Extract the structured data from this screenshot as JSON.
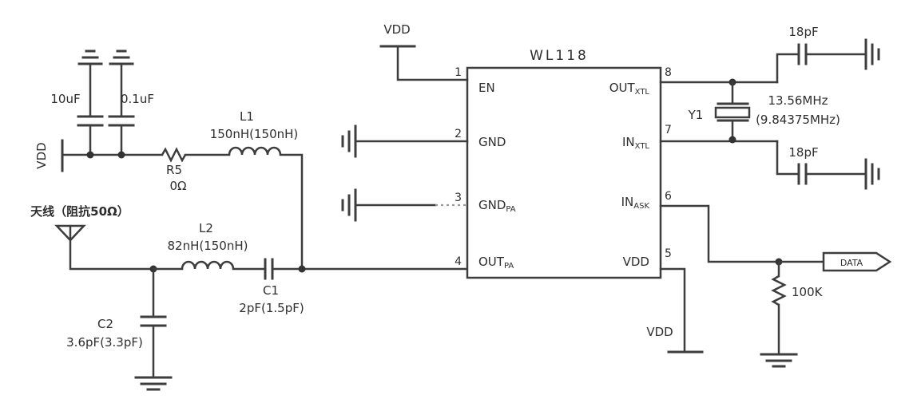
{
  "colors": {
    "wire": "#3d3d3d",
    "text": "#2e2e2e",
    "background": "#ffffff"
  },
  "chip": {
    "name": "WL118",
    "pins_left": [
      {
        "number": "1",
        "base": "EN",
        "sub": ""
      },
      {
        "number": "2",
        "base": "GND",
        "sub": ""
      },
      {
        "number": "3",
        "base": "GND",
        "sub": "PA"
      },
      {
        "number": "4",
        "base": "OUT",
        "sub": "PA"
      }
    ],
    "pins_right": [
      {
        "number": "8",
        "base": "OUT",
        "sub": "XTL"
      },
      {
        "number": "7",
        "base": "IN",
        "sub": "XTL"
      },
      {
        "number": "6",
        "base": "IN",
        "sub": "ASK"
      },
      {
        "number": "5",
        "base": "VDD",
        "sub": ""
      }
    ]
  },
  "power": {
    "vdd_left": "VDD",
    "vdd_top": "VDD",
    "vdd_bottom": "VDD"
  },
  "components": {
    "bypass_cap_1": {
      "value": "10uF"
    },
    "bypass_cap_2": {
      "value": "0.1uF"
    },
    "r5": {
      "ref": "R5",
      "value": "0Ω"
    },
    "l1": {
      "ref": "L1",
      "value": "150nH(150nH)"
    },
    "l2": {
      "ref": "L2",
      "value": "82nH(150nH)"
    },
    "c1": {
      "ref": "C1",
      "value": "2pF(1.5pF)"
    },
    "c2": {
      "ref": "C2",
      "value": "3.6pF(3.3pF)"
    },
    "antenna": {
      "label": "天线（阻抗50Ω）"
    },
    "y1": {
      "ref": "Y1",
      "freq": "13.56MHz",
      "freq_alt": "(9.84375MHz)"
    },
    "c_xtal_top": {
      "value": "18pF"
    },
    "c_xtal_bottom": {
      "value": "18pF"
    },
    "r_pulldown": {
      "value": "100K"
    }
  },
  "signals": {
    "data_label": "DATA"
  }
}
